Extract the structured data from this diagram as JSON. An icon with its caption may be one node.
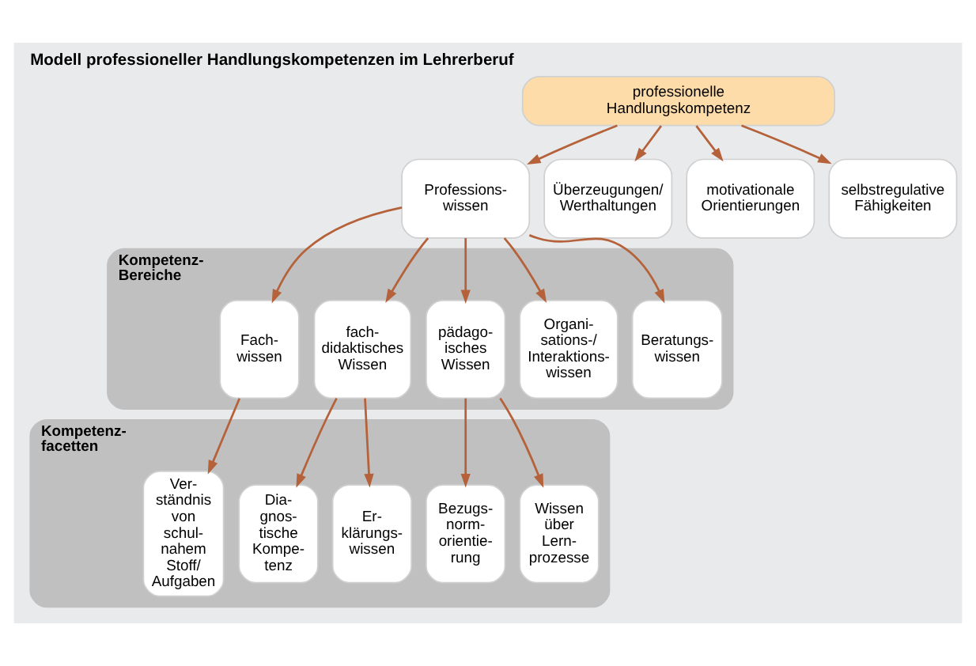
{
  "diagram": {
    "title": "Modell professioneller Handlungskompetenzen im Lehrerberuf",
    "nodes": [
      {
        "text": [
          "professionelle Handlungskompetenz"
        ]
      },
      {
        "text": [
          "Professions- wissen"
        ]
      },
      {
        "text": [
          "Überzeugungen/ Werthaltungen"
        ]
      },
      {
        "text": [
          "motivationale Orientierungen"
        ]
      },
      {
        "text": [
          "selbstregulative Fähigkeiten"
        ]
      },
      {
        "text": [
          "Kompetenz- Bereiche"
        ]
      },
      {
        "text": [
          "Fach- wissen"
        ],
        "in": 5
      },
      {
        "text": [
          "fach- didaktisches Wissen"
        ],
        "in": 5
      },
      {
        "text": [
          "pädago- isches Wissen"
        ],
        "in": 5
      },
      {
        "text": [
          "Organi- sations-/ Interaktions- wissen"
        ],
        "in": 5
      },
      {
        "text": [
          "Beratungs- wissen"
        ],
        "in": 5
      },
      {
        "text": [
          "Kompetenz- facetten"
        ]
      },
      {
        "text": [
          "Ver- ständnis von schul- nahem Stoff/ Aufgaben"
        ],
        "in": 11
      },
      {
        "text": [
          "Dia- gnos- tische Kompe- tenz"
        ],
        "in": 11
      },
      {
        "text": [
          "Er- klärungs- wissen"
        ],
        "in": 11
      },
      {
        "text": [
          "Bezugs- norm- orientie- rung"
        ],
        "in": 11
      },
      {
        "text": [
          "Wissen über Lern- prozesse"
        ],
        "in": 11
      }
    ],
    "edges": [
      {
        "from": 0,
        "to": 1,
        "arrow": "to"
      },
      {
        "from": 0,
        "to": 2,
        "arrow": "to"
      },
      {
        "from": 0,
        "to": 3,
        "arrow": "to"
      },
      {
        "from": 0,
        "to": 4,
        "arrow": "to"
      },
      {
        "from": 1,
        "to": 6,
        "arrow": "to"
      },
      {
        "from": 1,
        "to": 7,
        "arrow": "to"
      },
      {
        "from": 1,
        "to": 8,
        "arrow": "to"
      },
      {
        "from": 1,
        "to": 9,
        "arrow": "to"
      },
      {
        "from": 1,
        "to": 10,
        "arrow": "to"
      },
      {
        "from": 6,
        "to": 12,
        "arrow": "to"
      },
      {
        "from": 7,
        "to": 13,
        "arrow": "to"
      },
      {
        "from": 7,
        "to": 14,
        "arrow": "to"
      },
      {
        "from": 8,
        "to": 15,
        "arrow": "to"
      },
      {
        "from": 8,
        "to": 16,
        "arrow": "to"
      }
    ]
  }
}
